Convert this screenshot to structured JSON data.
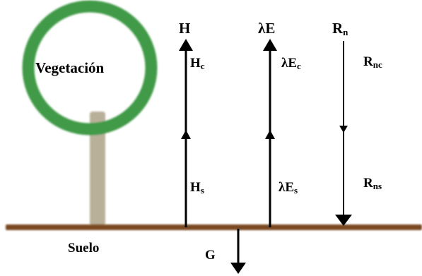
{
  "labels": {
    "vegetation": "Vegetación",
    "soil": "Suelo",
    "H": "H",
    "Hc_main": "H",
    "Hc_sub": "c",
    "Hs_main": "H",
    "Hs_sub": "s",
    "lambdaE": "λE",
    "lambdaEc_main": "λE",
    "lambdaEc_sub": "c",
    "lambdaEs_main": "λE",
    "lambdaEs_sub": "s",
    "Rn_main": "R",
    "Rn_sub": "n",
    "Rnc_main": "R",
    "Rnc_sub": "nc",
    "Rns_main": "R",
    "Rns_sub": "ns",
    "G": "G"
  },
  "colors": {
    "canopy": "#3f9a46",
    "trunk": "#b9b09a",
    "soil": "#7a4a22",
    "arrow": "#000000"
  }
}
